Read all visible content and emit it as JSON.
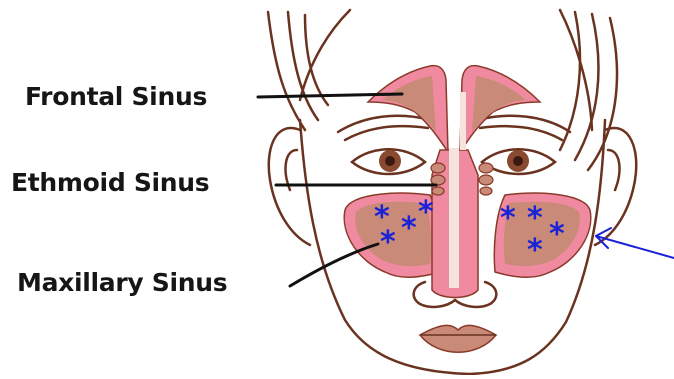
{
  "labels": {
    "frontal": "Frontal Sinus",
    "ethmoid": "Ethmoid Sinus",
    "maxillary": "Maxillary Sinus"
  },
  "markers": {
    "glyph": "*"
  },
  "colors": {
    "outline": "#5a2a1a",
    "sinus_outer": "#f08aa0",
    "sinus_inner": "#c98a78",
    "face_fill": "#ffffff",
    "marker": "#1a22d8",
    "pointer_arrow": "#1a22d8",
    "leader_line": "#111111"
  }
}
